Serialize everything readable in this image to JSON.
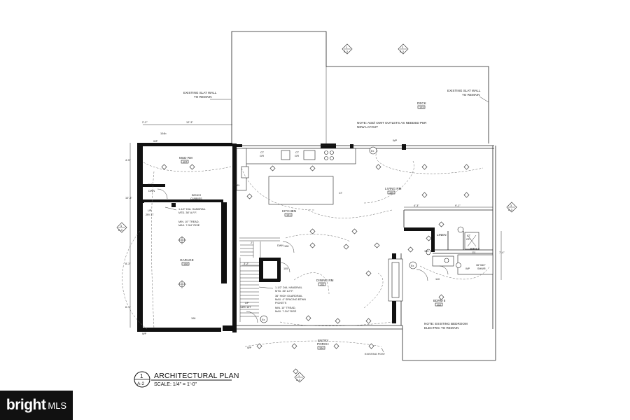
{
  "labels": {
    "deck": "DECK",
    "deck_tag": "103",
    "mud_rm": "MUD RM",
    "mud_tag": "107",
    "kitchen": "KITCHEN",
    "kitchen_tag": "101",
    "living_rm": "LIVING RM",
    "living_tag": "100",
    "garage": "GARAGE",
    "garage_tag": "106",
    "dining_rm": "DINING RM",
    "dining_tag": "102",
    "bdrm5": "BDRM 5",
    "bdrm5_tag": "112",
    "entry_porch_1": "ENTRY",
    "entry_porch_2": "PORCH",
    "entry_tag": "104",
    "linen": "LINEN",
    "bth3": "BTH 3",
    "bth3_tag": "111",
    "shwr_1": "36\"X60\"",
    "shwr_2": "SHWR",
    "bench_1": "BENCH",
    "bench_2": "CUBBIES",
    "dwn_1": "DWN",
    "dwn_2": "DWN",
    "dwn_3": "DWN",
    "up_1": "UP",
    "up_1b": "2R/ 1T",
    "up_2": "UP",
    "up_2b": "14R/ 13T",
    "ct_gfi_1": "CT",
    "ct_gfi_1b": "GFI",
    "ct_gfi_2": "CT",
    "ct_gfi_2b": "GFI",
    "ct_island": "CT",
    "ct_bath": "CT",
    "ct_bath_b": "GFI",
    "wp": "WP",
    "ex": "Ex",
    "tag_104b": "104b",
    "tag_104a": "104a",
    "tag_108": "108",
    "tag_105": "105",
    "tag_109": "109",
    "tag_110": "110"
  },
  "notes": {
    "slat_wall_left_1": "EXISTING SLAT WALL",
    "slat_wall_left_2": "TO REMAIN",
    "slat_wall_right_1": "EXISTING SLAT WALL",
    "slat_wall_right_2": "TO REMAIN",
    "outlets_1": "NOTE: ADD/ OMIT OUTLETS AS NEEDED PER",
    "outlets_2": "NEW LAYOUT",
    "handrail_1a": "1-1/2\" DIA. HANDRAIL",
    "handrail_1b": "MTD. 36\" A.F.F.",
    "tread_1a": "MIN. 10\" TREAD,",
    "tread_1b": "MAX. 7-3/4\" RISE",
    "handrail_2a": "1-1/2\" DIA. HANDRAIL",
    "handrail_2b": "MTD. 36\" A.F.F.",
    "guardrail_a": "36\" HIGH GUARDRAIL",
    "guardrail_b": "MAX. 4\" SPACING BTWN",
    "guardrail_c": "PICKETS",
    "tread_2a": "MIN. 10\" TREAD,",
    "tread_2b": "MAX. 7-3/4\" RISE",
    "bedroom_a": "NOTE: EXISTING BEDROOM",
    "bedroom_b": "ELECTRIC TO REMAIN",
    "existing_post": "EXISTING POST"
  },
  "dimensions": {
    "d_2_2": "2'-2\"",
    "d_12_3": "12'-3\"",
    "d_4_5": "4'-5\"",
    "d_10_3": "10'-3\"",
    "d_8_3": "8'-3\"",
    "d_6_1": "6'-1\"",
    "d_3_2": "3'-2\"",
    "d_4_3": "4'-3\"",
    "d_9_1": "9'-1\"",
    "d_7_4": "7'-4\"",
    "d_2": "2'"
  },
  "section_marks": {
    "a_top_left": "A-3",
    "a_top_right": "A-3",
    "a_left": "A-3",
    "a_right": "A-3",
    "a_bottom": "A-3",
    "num_top_left": "1",
    "num_top_right": "2",
    "num_left": "4",
    "num_right": "3",
    "num_bottom": "1"
  },
  "title_block": {
    "number": "1",
    "sheet": "A-2",
    "title": "ARCHITECTURAL PLAN",
    "scale": "SCALE: 1/4\" = 1'-0\""
  },
  "watermark": {
    "brand": "bright",
    "suffix": "MLS"
  }
}
